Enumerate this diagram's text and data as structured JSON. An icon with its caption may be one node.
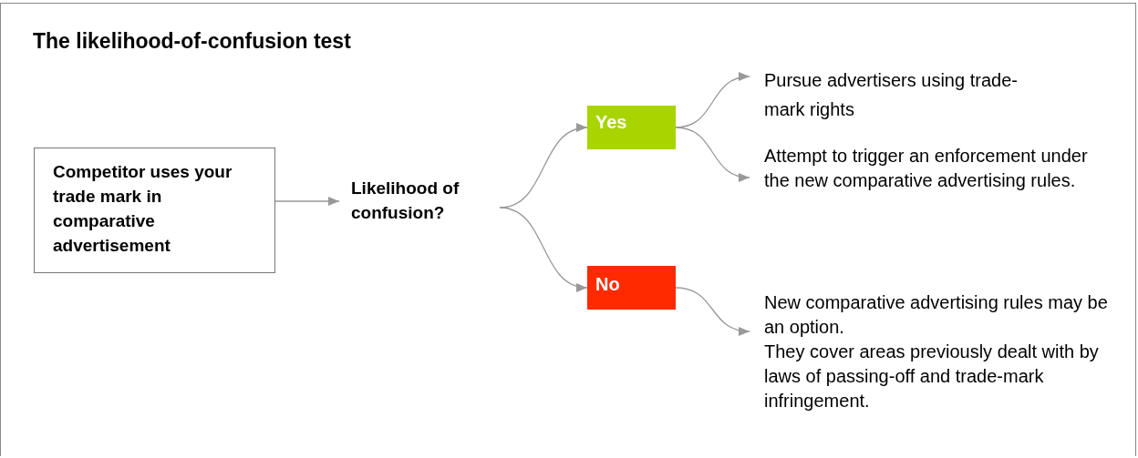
{
  "diagram": {
    "title": "The likelihood-of-confusion test",
    "nodes": [
      {
        "text": [
          "Competitor uses your trade mark in comparative advertisement"
        ]
      },
      {
        "text": [
          "Likelihood of confusion?"
        ]
      },
      {
        "text": [
          "Yes"
        ]
      },
      {
        "text": [
          "No"
        ]
      },
      {
        "text": [
          "Pursue advertisers using trade-mark rights"
        ]
      },
      {
        "text": [
          "Attempt to trigger an enforcement under the new comparative advertising rules."
        ]
      },
      {
        "text": [
          "New comparative advertising rules may be an option.",
          "They cover areas previously dealt with by laws of passing-off and trade-mark infringement."
        ]
      }
    ],
    "edges": [
      {
        "from": 0,
        "to": 1,
        "arrow": "to"
      },
      {
        "from": 1,
        "to": 2,
        "arrow": "to"
      },
      {
        "from": 1,
        "to": 3,
        "arrow": "to"
      },
      {
        "from": 2,
        "to": 4,
        "arrow": "to"
      },
      {
        "from": 2,
        "to": 5,
        "arrow": "to"
      },
      {
        "from": 3,
        "to": 6,
        "arrow": "to"
      }
    ]
  }
}
